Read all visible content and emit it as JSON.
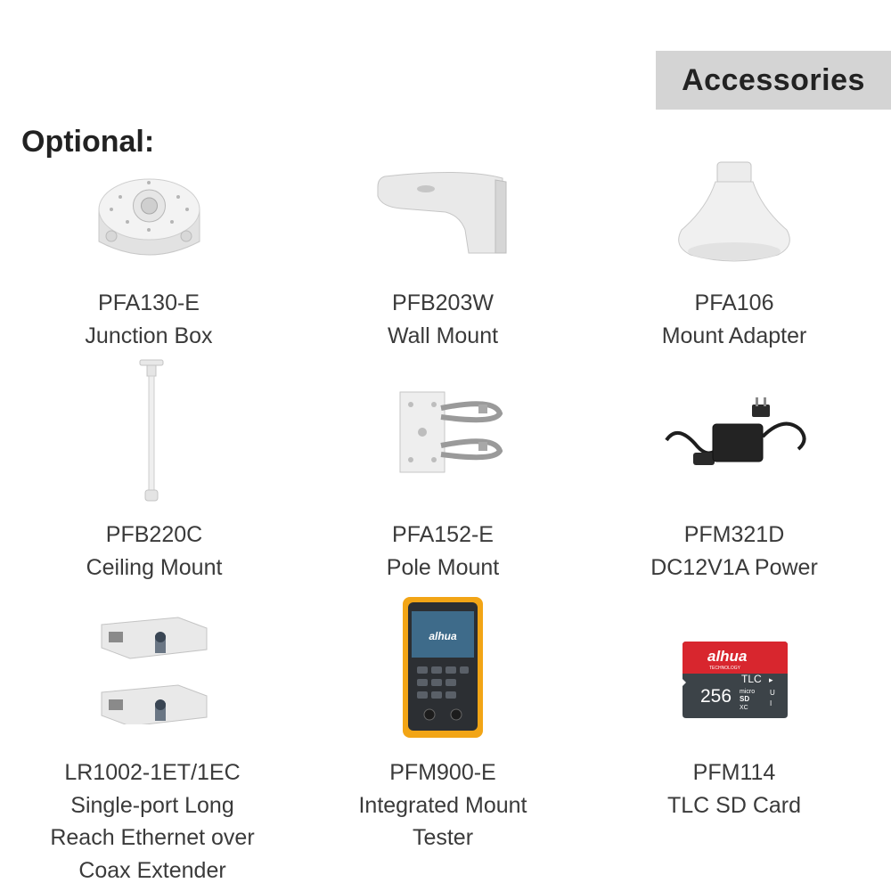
{
  "header": {
    "label": "Accessories"
  },
  "section": {
    "title": "Optional:"
  },
  "items": [
    {
      "model": "PFA130-E",
      "desc": [
        "Junction Box"
      ]
    },
    {
      "model": "PFB203W",
      "desc": [
        "Wall Mount"
      ]
    },
    {
      "model": "PFA106",
      "desc": [
        "Mount Adapter"
      ]
    },
    {
      "model": "PFB220C",
      "desc": [
        "Ceiling Mount"
      ]
    },
    {
      "model": "PFA152-E",
      "desc": [
        "Pole Mount"
      ]
    },
    {
      "model": "PFM321D",
      "desc": [
        "DC12V1A Power"
      ]
    },
    {
      "model": "LR1002-1ET/1EC",
      "desc": [
        "Single-port Long",
        "Reach Ethernet over",
        "Coax Extender"
      ]
    },
    {
      "model": "PFM900-E",
      "desc": [
        "Integrated Mount",
        "Tester"
      ]
    },
    {
      "model": "PFM114",
      "desc": [
        "TLC SD Card"
      ]
    }
  ],
  "product_labels": {
    "brand": "alhua",
    "card_brand_sub": "TECHNOLOGY",
    "card_capacity": "256",
    "card_type": "TLC",
    "card_micro": "micro",
    "card_sd": "SD",
    "card_xc": "XC",
    "card_speed": "U",
    "card_class": "I"
  },
  "colors": {
    "header_bg": "#d4d4d4",
    "device_white": "#eeeeee",
    "tester_orange": "#f2a516",
    "card_red": "#d8262e",
    "card_dark": "#3c4348"
  }
}
